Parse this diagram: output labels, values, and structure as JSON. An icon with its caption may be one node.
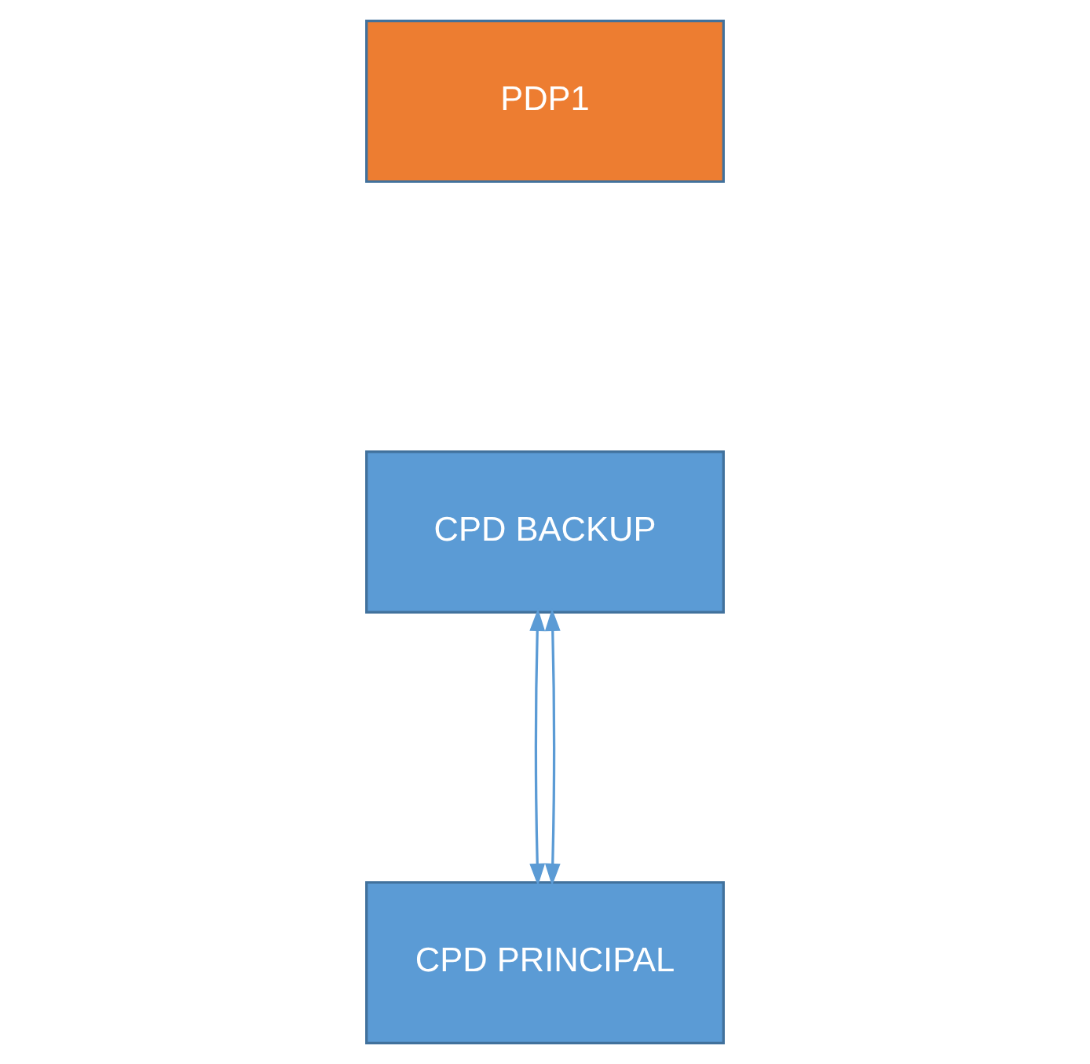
{
  "diagram": {
    "nodes": [
      {
        "text": [
          "PDP1"
        ]
      },
      {
        "text": [
          "CPD BACKUP"
        ]
      },
      {
        "text": [
          "CPD PRINCIPAL"
        ]
      }
    ],
    "edges": [
      {
        "from": 1,
        "to": 2,
        "arrow": "both"
      },
      {
        "from": 1,
        "to": 2,
        "arrow": "both"
      }
    ]
  }
}
